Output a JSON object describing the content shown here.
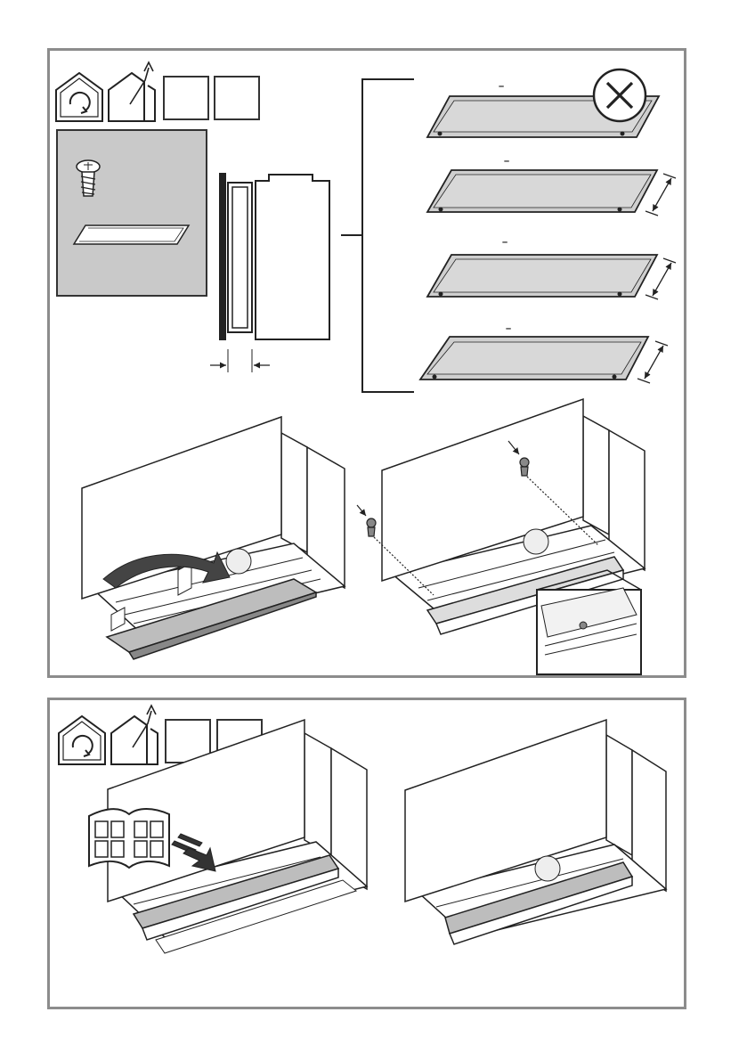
{
  "panel_1": {
    "mode_icons": [
      "recirculation-icon",
      "extraction-icon"
    ],
    "empty_boxes": 2,
    "parts": [
      "screw-icon",
      "spacer-plate-icon"
    ],
    "variants": [
      {
        "label": "–",
        "status": "not-allowed",
        "status_icon": "cross-icon"
      },
      {
        "label": "–",
        "status": "allowed"
      },
      {
        "label": "–",
        "status": "allowed"
      },
      {
        "label": "–",
        "status": "allowed"
      }
    ]
  },
  "panel_2": {
    "mode_icons": [
      "recirculation-icon",
      "extraction-icon"
    ],
    "empty_boxes": 2,
    "reference_icon": "manual-book-icon"
  },
  "colors": {
    "frame_border": "#8c8c8c",
    "parts_background": "#c9c9c9",
    "line": "#222222"
  }
}
